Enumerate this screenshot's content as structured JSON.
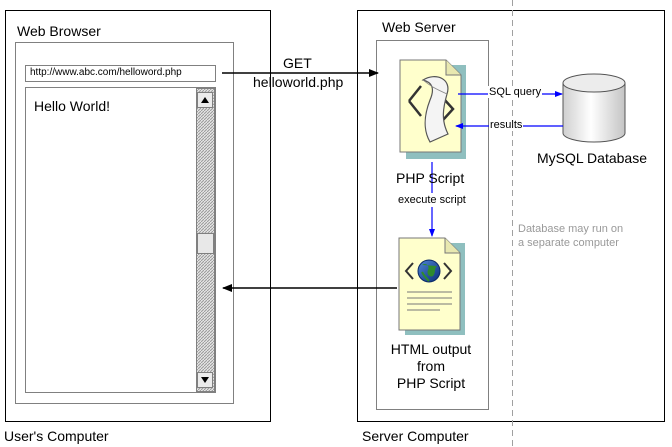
{
  "user_computer": {
    "caption": "User's Computer",
    "browser": {
      "title": "Web Browser",
      "address": "http://www.abc.com/helloword.php",
      "content": "Hello World!"
    }
  },
  "server_computer": {
    "caption": "Server Computer",
    "web_server": {
      "title": "Web Server"
    },
    "php_script": {
      "label": "PHP Script"
    },
    "html_output": {
      "line1": "HTML output",
      "line2": "from",
      "line3": "PHP Script"
    },
    "note": {
      "line1": "Database may run on",
      "line2": "a separate computer"
    }
  },
  "database": {
    "label": "MySQL Database"
  },
  "arrows": {
    "request_line1": "GET",
    "request_line2": "helloworld.php",
    "sql_query": "SQL query",
    "results": "results",
    "execute": "execute script"
  },
  "colors": {
    "flow_arrow": "#0000ff",
    "note_text": "#999999",
    "document_fill": "#ffffcc",
    "document_shadow": "#8fbfbf"
  },
  "icons": {
    "php_script": "script-document-icon",
    "html_output": "html-document-icon",
    "database": "database-cylinder-icon"
  }
}
